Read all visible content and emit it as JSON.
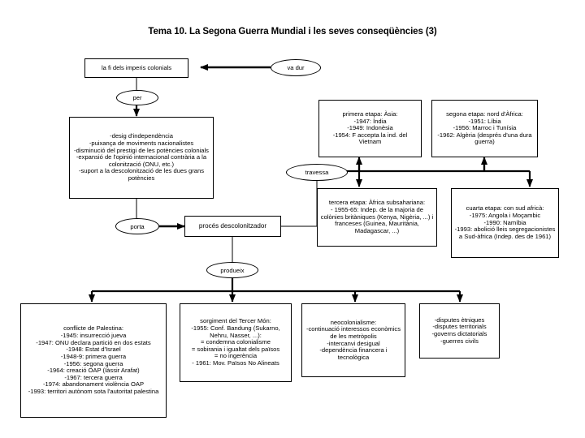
{
  "page": {
    "title": "Tema 10. La Segona Guerra Mundial i les seves conseqüències (3)",
    "background_color": "#ffffff",
    "line_color": "#000000",
    "text_color": "#000000"
  },
  "nodes": {
    "fi_imperis": "la fi dels imperis colonials",
    "va_dur": "va dur",
    "per": "per",
    "causes": "-desig d'independència\n-puixança de moviments nacionalistes\n-disminució del prestigi de les potències colonials\n-expansió de l'opinió internacional contrària a la colonització (ONU, etc.)\n-suport a la descolonització de les dues grans potències",
    "porta": "porta",
    "proces": "procés descolonitzador",
    "travessa": "travessa",
    "produeix": "produeix",
    "etapa1": "primera etapa: Àsia:\n-1947: Índia\n-1949: Indonèsia\n-1954: F accepta la ind. del Vietnam",
    "etapa2": "segona etapa: nord d'Àfrica:\n-1951: Líbia\n-1956: Marroc i Tunísia\n-1962: Algèria (després d'una dura guerra)",
    "etapa3": "tercera etapa: Àfrica subsahariana:\n- 1955-65: Indep. de la majoria de colònies britàniques (Kenya, Nigèria, ...) i franceses (Guinea, Mauritània, Madagascar, ...)",
    "etapa4": "cuarta etapa: con sud africà:\n-1975: Angola i Moçambic\n-1990: Namíbia\n-1993: abolició lleis segregacionistes a Sud-àfrica (Indep. des de 1961)",
    "palestina": "conflicte de Palestina:\n-1945: insurrecció jueva\n-1947: ONU declara partició en dos estats\n-1948: Estat d'Israel\n-1948-9: primera guerra\n-1956: segona guerra\n-1964: creació OAP (Iàssir Arafat)\n-1967: tercera guerra\n-1974: abandonament violència OAP\n-1993: territori autònom sota l'autoritat palestina",
    "tercer_mon": "sorgiment del Tercer Món:\n-1955: Conf. Bandung (Sukarno, Nehru, Nasser, ...):\n= condemna colonialisme\n= sobirania i igualtat dels països\n= no ingerència\n- 1961: Mov. Països No Alineats",
    "neocolonialisme": "neocolonialisme:\n-continuació interessos econòmics de les metròpolis\n-intercanvi desigual\n-dependència financera i tecnològica",
    "disputes": "-disputes ètniques\n-disputes territorials\n-governs dictatorials\n-guerres civils"
  }
}
